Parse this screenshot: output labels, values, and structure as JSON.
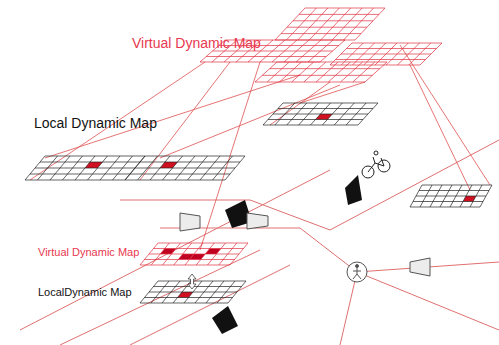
{
  "diagram": {
    "labels": [
      "Virtual Dynamic Map",
      "Local Dynamic Map",
      "Virtual Dynamic Map",
      "LocalDynamic Map"
    ]
  }
}
